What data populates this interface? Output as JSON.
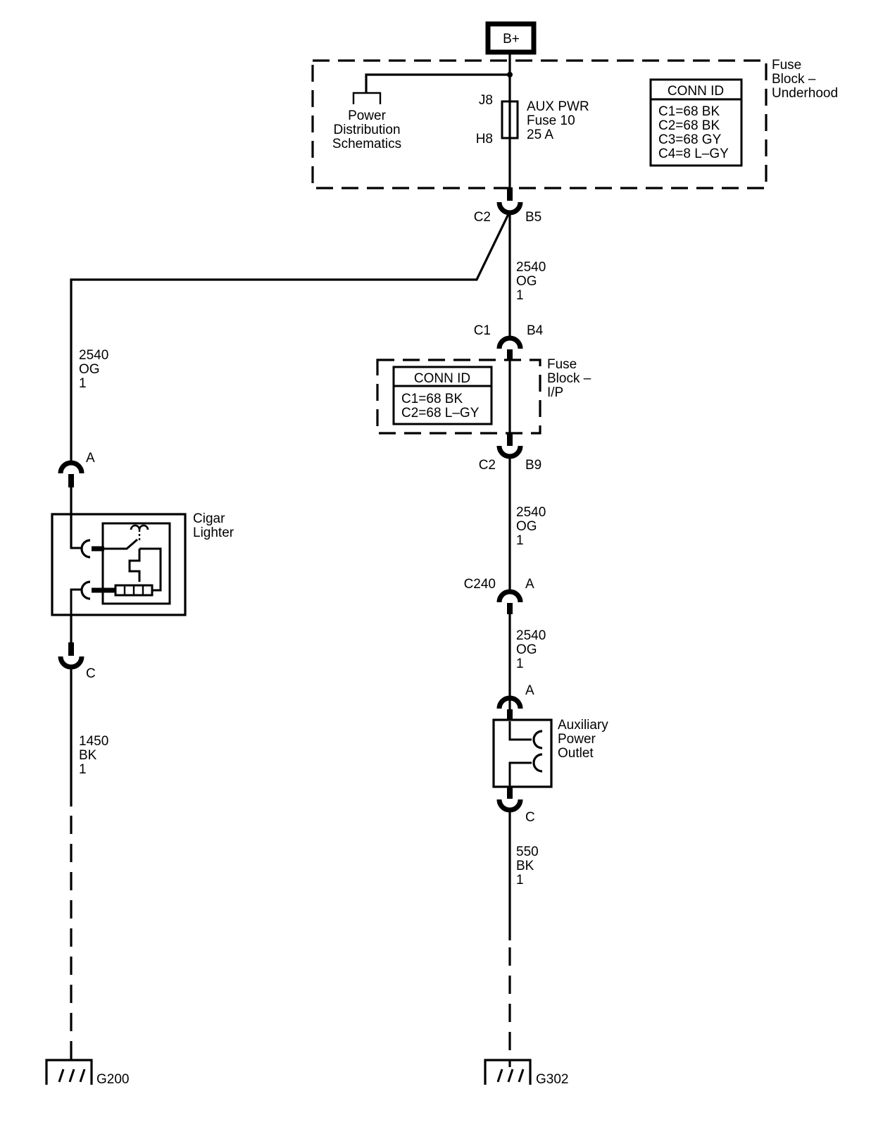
{
  "power": {
    "label": "B+"
  },
  "fuse_block_underhood": {
    "title_lines": [
      "Fuse",
      "Block –",
      "Underhood"
    ],
    "power_distribution_lines": [
      "Power",
      "Distribution",
      "Schematics"
    ],
    "fuse": {
      "pin_top": "J8",
      "pin_bottom": "H8",
      "lines": [
        "AUX PWR",
        "Fuse 10",
        "25 A"
      ]
    },
    "conn_id": {
      "title": "CONN ID",
      "entries": [
        "C1=68 BK",
        "C2=68 BK",
        "C3=68 GY",
        "C4=8 L–GY"
      ]
    },
    "output_connector": {
      "left": "C2",
      "right": "B5"
    }
  },
  "right_branch": {
    "wire1": [
      "2540",
      "OG",
      "1"
    ],
    "connector_c1": {
      "left": "C1",
      "right": "B4"
    },
    "fuse_block_ip": {
      "title_lines": [
        "Fuse",
        "Block –",
        "I/P"
      ],
      "conn_id": {
        "title": "CONN ID",
        "entries": [
          "C1=68 BK",
          "C2=68 L–GY"
        ]
      }
    },
    "connector_c2": {
      "left": "C2",
      "right": "B9"
    },
    "wire2": [
      "2540",
      "OG",
      "1"
    ],
    "c240": {
      "left": "C240",
      "right": "A"
    },
    "wire3": [
      "2540",
      "OG",
      "1"
    ],
    "outlet_pin_top": "A",
    "outlet_lines": [
      "Auxiliary",
      "Power",
      "Outlet"
    ],
    "outlet_pin_bottom": "C",
    "ground_wire": [
      "550",
      "BK",
      "1"
    ],
    "ground": "G302"
  },
  "left_branch": {
    "wire1": [
      "2540",
      "OG",
      "1"
    ],
    "lighter_pin_top": "A",
    "lighter_lines": [
      "Cigar",
      "Lighter"
    ],
    "lighter_pin_bottom": "C",
    "ground_wire": [
      "1450",
      "BK",
      "1"
    ],
    "ground": "G200"
  }
}
